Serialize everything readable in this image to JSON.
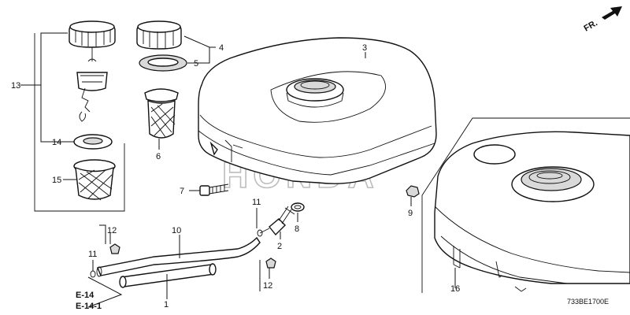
{
  "watermark": "HONDA",
  "direction": "FR.",
  "drawing_code": "733BE1700E",
  "refs": {
    "e14": "E-14",
    "e141": "E-14-1"
  },
  "callouts": {
    "c1": "1",
    "c2": "2",
    "c3": "3",
    "c4": "4",
    "c5": "5",
    "c6": "6",
    "c7": "7",
    "c8": "8",
    "c9": "9",
    "c10": "10",
    "c11a": "11",
    "c11b": "11",
    "c12a": "12",
    "c12b": "12",
    "c13": "13",
    "c14": "14",
    "c15": "15",
    "c16": "16"
  }
}
